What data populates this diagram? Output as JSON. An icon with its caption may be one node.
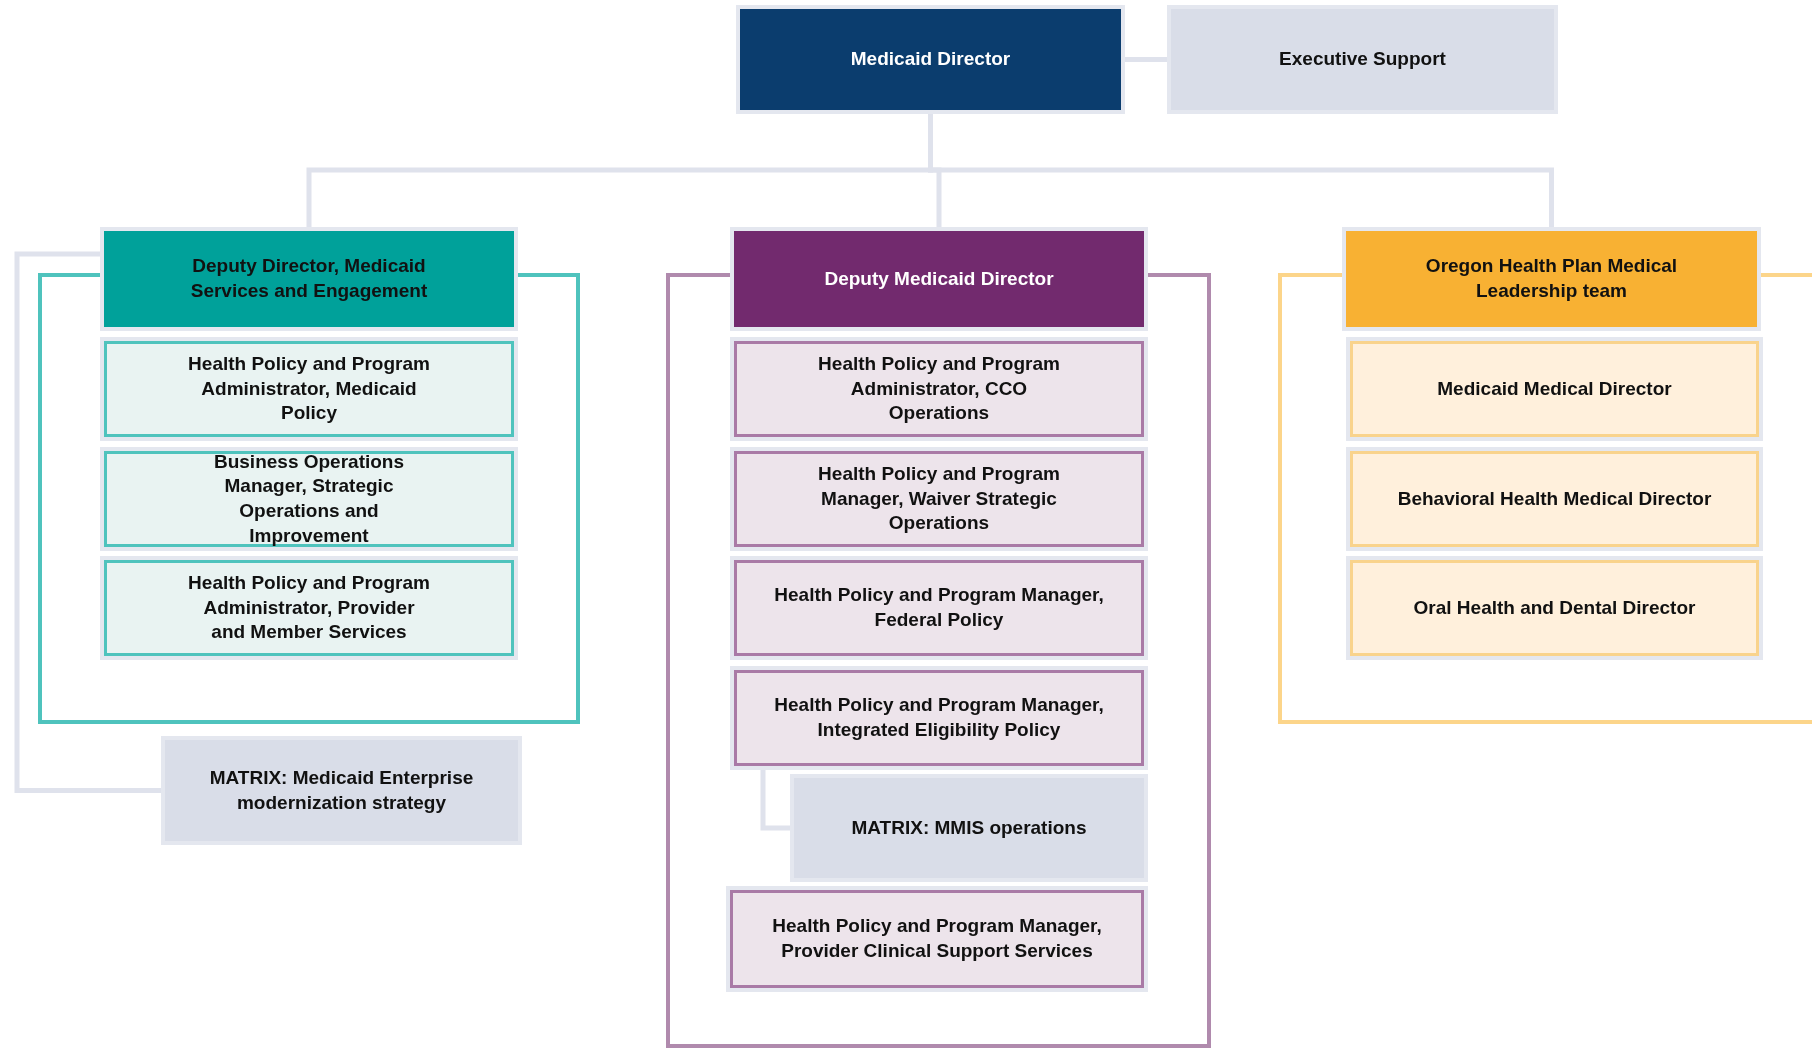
{
  "diagram": {
    "nodes": [
      {
        "text": [
          "Medicaid Director"
        ]
      },
      {
        "text": [
          "Executive Support"
        ]
      },
      {
        "text": [
          "Deputy Director, Medicaid Services and Engagement"
        ]
      },
      {
        "text": [
          "Health Policy and Program Administrator, Medicaid Policy"
        ]
      },
      {
        "text": [
          "Business Operations Manager, Strategic Operations and Improvement"
        ]
      },
      {
        "text": [
          "Health Policy and Program Administrator, Provider and Member Services"
        ]
      },
      {
        "text": [
          "MATRIX: Medicaid Enterprise modernization strategy"
        ]
      },
      {
        "text": [
          "Deputy Medicaid Director"
        ]
      },
      {
        "text": [
          "Health Policy and Program Administrator, CCO Operations"
        ]
      },
      {
        "text": [
          "Health Policy and Program Manager, Waiver Strategic Operations"
        ]
      },
      {
        "text": [
          "Health Policy and Program Manager, Federal Policy"
        ]
      },
      {
        "text": [
          "Health Policy and Program Manager, Integrated Eligibility Policy"
        ]
      },
      {
        "text": [
          "MATRIX: MMIS operations"
        ]
      },
      {
        "text": [
          "Health Policy and Program Manager, Provider Clinical Support Services"
        ]
      },
      {
        "text": [
          "Oregon Health Plan Medical Leadership team"
        ]
      },
      {
        "text": [
          "Medicaid Medical Director"
        ]
      },
      {
        "text": [
          "Behavioral Health Medical Director"
        ]
      },
      {
        "text": [
          "Oral Health and Dental Director"
        ]
      }
    ],
    "edges": [
      {
        "from": 0,
        "to": 1,
        "arrow": "none"
      },
      {
        "from": 0,
        "to": 2,
        "arrow": "none"
      },
      {
        "from": 0,
        "to": 7,
        "arrow": "none"
      },
      {
        "from": 0,
        "to": 14,
        "arrow": "none"
      },
      {
        "from": 2,
        "to": 6,
        "arrow": "none"
      },
      {
        "from": 11,
        "to": 12,
        "arrow": "none"
      }
    ]
  }
}
